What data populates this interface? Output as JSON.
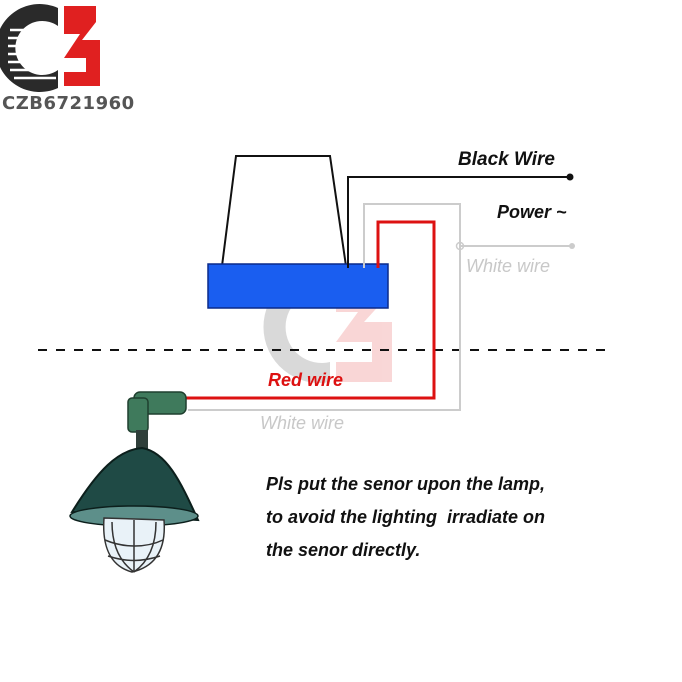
{
  "logo": {
    "text": "CZB6721960"
  },
  "labels": {
    "black_wire": "Black Wire",
    "power": "Power ~",
    "white_wire_top": "White wire",
    "red_wire": "Red wire",
    "white_wire_bottom": "White wire"
  },
  "note": {
    "line1": "Pls put the senor upon the lamp,",
    "line2": "to avoid the lighting  irradiate on",
    "line3": "the senor directly."
  },
  "colors": {
    "black_wire": "#111111",
    "red_wire": "#dd1111",
    "white_wire": "#cccccc",
    "sensor_body": "#1a5ef0",
    "logo_red": "#e02020",
    "logo_dark": "#2a2a2a"
  }
}
